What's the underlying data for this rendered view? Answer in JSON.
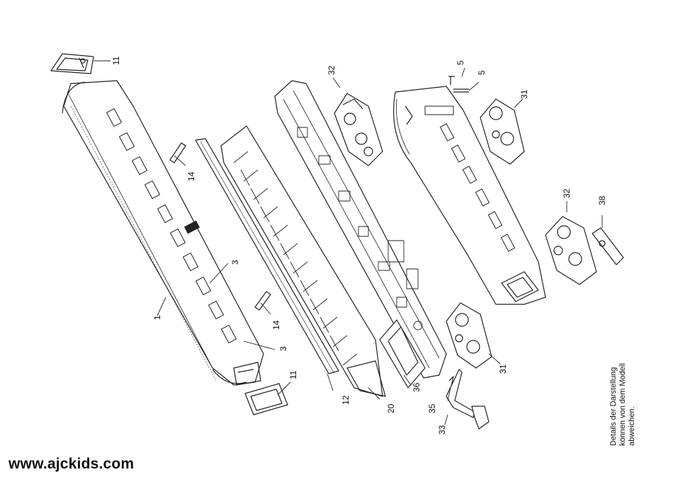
{
  "footer": {
    "url": "www.ajckids.com"
  },
  "note": {
    "lines": [
      "Details der Darstellung",
      "können von dem Modell",
      "abweichen."
    ]
  },
  "callouts": {
    "c1": "1",
    "c3a": "3",
    "c3b": "3",
    "c5a": "5",
    "c5b": "5",
    "c11a": "11",
    "c11b": "11",
    "c12": "12",
    "c14a": "14",
    "c14b": "14",
    "c20": "20",
    "c31a": "31",
    "c31b": "31",
    "c32a": "32",
    "c32b": "32",
    "c33": "33",
    "c35": "35",
    "c36": "36",
    "c38": "38"
  },
  "colors": {
    "line": "#222222",
    "background": "#ffffff",
    "text": "#111111"
  }
}
